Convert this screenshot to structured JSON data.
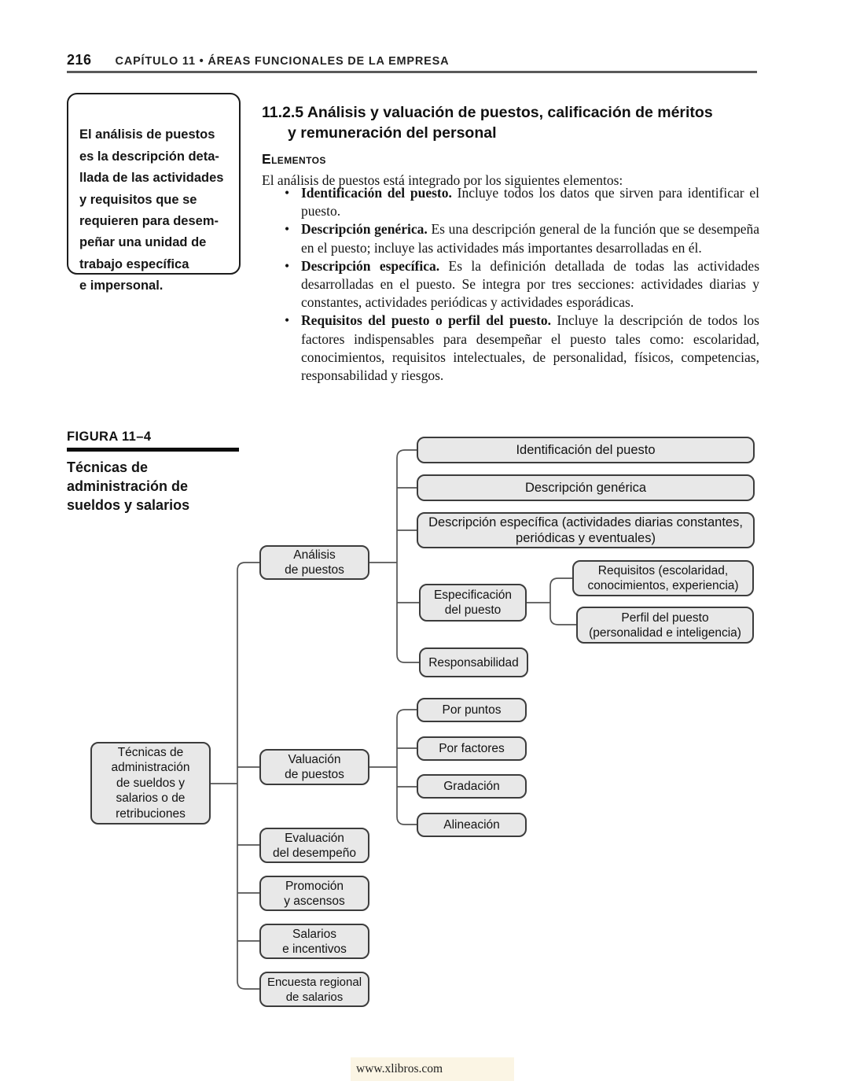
{
  "page": {
    "number": "216",
    "chapter_header": "CAPÍTULO 11 • ÁREAS FUNCIONALES DE LA EMPRESA",
    "footer_url": "www.xlibros.com"
  },
  "margin_note": {
    "text": "El análisis de puestos\nes la descripción deta-\nllada de las actividades\ny requisitos que se\nrequieren para desem-\npeñar una unidad de\ntrabajo específica\ne impersonal."
  },
  "section": {
    "heading_line1": "11.2.5 Análisis y valuación de puestos, calificación de méritos",
    "heading_line2": "y remuneración del personal",
    "subheading": "Elementos",
    "intro": "El análisis de puestos está integrado por los siguientes elementos:",
    "bullet_char": "•",
    "bullets": [
      {
        "lead": "Identificación del puesto.",
        "text": "Incluye todos los datos que sirven para identificar el puesto."
      },
      {
        "lead": "Descripción genérica.",
        "text": "Es una descripción general de la función que se desempeña en el puesto; incluye las actividades más importantes desarrolladas en él."
      },
      {
        "lead": "Descripción específica.",
        "text": "Es la definición detallada de todas las actividades desarrolladas en el puesto. Se integra por tres secciones: actividades diarias y constantes, actividades periódicas y actividades esporádicas."
      },
      {
        "lead": "Requisitos del puesto o perfil del puesto.",
        "text": "Incluye la descripción de todos los factores indispensables para desempeñar el puesto tales como: escolaridad, conocimientos, requisitos intelectuales, de personalidad, físicos, competencias, responsabilidad y riesgos."
      }
    ]
  },
  "figure": {
    "label": "FIGURA 11–4",
    "caption": "Técnicas de\nadministración de\nsueldos y salarios",
    "colors": {
      "box_fill": "#e8e8e8",
      "box_border": "#3c3c3c",
      "connector": "#545454"
    },
    "nodes": {
      "root": "Técnicas de\nadministración\nde sueldos y\nsalarios o de\nretribuciones",
      "analisis": "Análisis\nde puestos",
      "identificacion": "Identificación del puesto",
      "generica": "Descripción genérica",
      "especifica": "Descripción específica (actividades diarias constantes,\nperiódicas y eventuales)",
      "especificacion": "Especificación\ndel puesto",
      "requisitos": "Requisitos (escolaridad,\nconocimientos, experiencia)",
      "perfil": "Perfil del puesto\n(personalidad e inteligencia)",
      "responsabilidad": "Responsabilidad",
      "valuacion": "Valuación\nde puestos",
      "por_puntos": "Por puntos",
      "por_factores": "Por factores",
      "gradacion": "Gradación",
      "alineacion": "Alineación",
      "evaluacion": "Evaluación\ndel desempeño",
      "promocion": "Promoción\ny ascensos",
      "salarios": "Salarios\ne incentivos",
      "encuesta": "Encuesta regional\nde salarios"
    }
  }
}
